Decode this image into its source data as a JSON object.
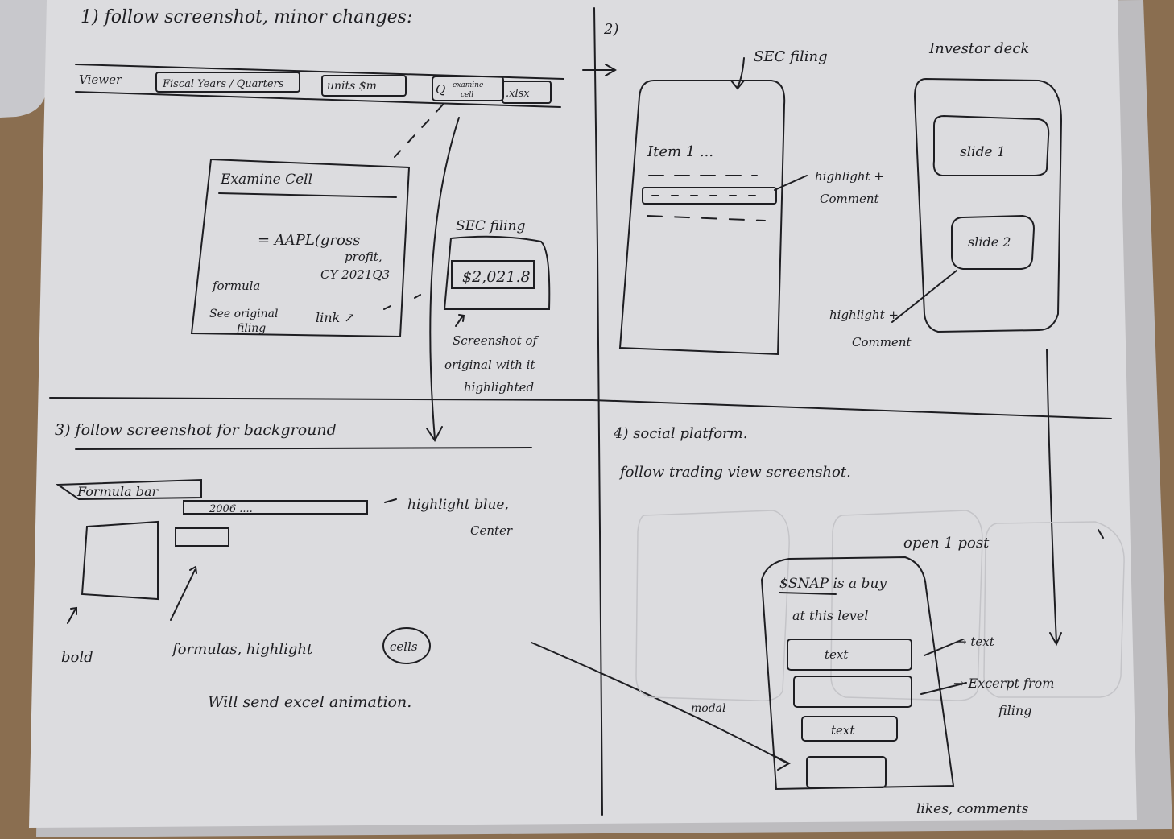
{
  "colors": {
    "table": "#8a6e50",
    "paper": "#dcdcdf",
    "ink": "#1e1e22"
  },
  "panel_1": {
    "heading": "1) follow screenshot, minor changes:",
    "toolbar": {
      "viewer": "Viewer",
      "fiscal": "Fiscal Years / Quarters",
      "units": "units $m",
      "examine_line1": "examine",
      "examine_line2": "cell",
      "xlsx": ".xlsx"
    },
    "examine_box": {
      "title": "Examine Cell",
      "formula_line1": "= AAPL(gross",
      "formula_line2": "profit,",
      "formula_line3": "CY 2021Q3",
      "formula_label": "formula",
      "see_original_line1": "See original",
      "see_original_line2": "filing",
      "link": "link ↗"
    },
    "sec_box": {
      "title": "SEC filing",
      "value": "$2,021.8",
      "caption_line1": "Screenshot of",
      "caption_line2": "original with it",
      "caption_line3": "highlighted"
    }
  },
  "panel_2": {
    "number": "2)",
    "sec_label": "SEC filing",
    "investor_label": "Investor deck",
    "item": "Item 1 ...",
    "highlight_comment_1": "highlight +",
    "highlight_comment_2": "Comment",
    "slide1": "slide 1",
    "slide2": "slide 2",
    "hl_comment2_1": "highlight +",
    "hl_comment2_2": "Comment"
  },
  "panel_3": {
    "heading": "3) follow screenshot for background",
    "formula_bar": "Formula bar",
    "formula_value": "2006 ....",
    "highlight_note_1": "highlight blue,",
    "highlight_note_2": "Center",
    "bold": "bold",
    "formulas": "formulas, highlight",
    "cells": "cells",
    "will_send": "Will send excel animation."
  },
  "panel_4": {
    "heading_1": "4) social platform.",
    "heading_2": "follow trading view screenshot.",
    "open_post": "open 1 post",
    "post_title_1": "$SNAP is a buy",
    "post_title_2": "at this level",
    "text_box_1": "text",
    "text_box_3": "text",
    "text_arrow": "→ text",
    "excerpt_1": "→ Excerpt from",
    "excerpt_2": "filing",
    "modal": "modal",
    "likes": "likes, comments"
  }
}
